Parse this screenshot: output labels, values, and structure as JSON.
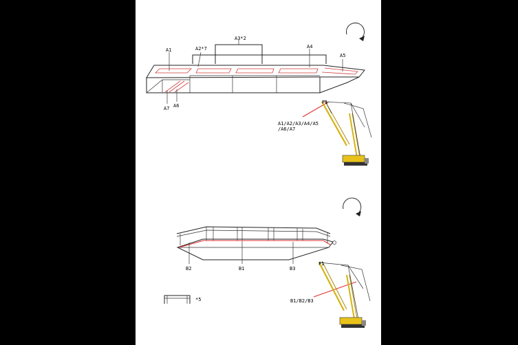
{
  "top_diagram": {
    "labels": {
      "a1": "A1",
      "a2": "A2*7",
      "a3": "A3*2",
      "a4": "A4",
      "a5": "A5",
      "a6": "A6",
      "a7": "A7"
    },
    "callout_line1": "A1/A2/A3/A4/A5",
    "callout_line2": "/A6/A7"
  },
  "bottom_diagram": {
    "labels": {
      "b1": "B1",
      "b2": "B2",
      "b3": "B3"
    },
    "part_count": "*5",
    "callout": "B1/B2/B3"
  },
  "icons": [
    "rotate-clockwise-icon",
    "crawler-crane-icon"
  ],
  "colors": {
    "highlight": "#e03030",
    "crane": "#e8c21a"
  }
}
